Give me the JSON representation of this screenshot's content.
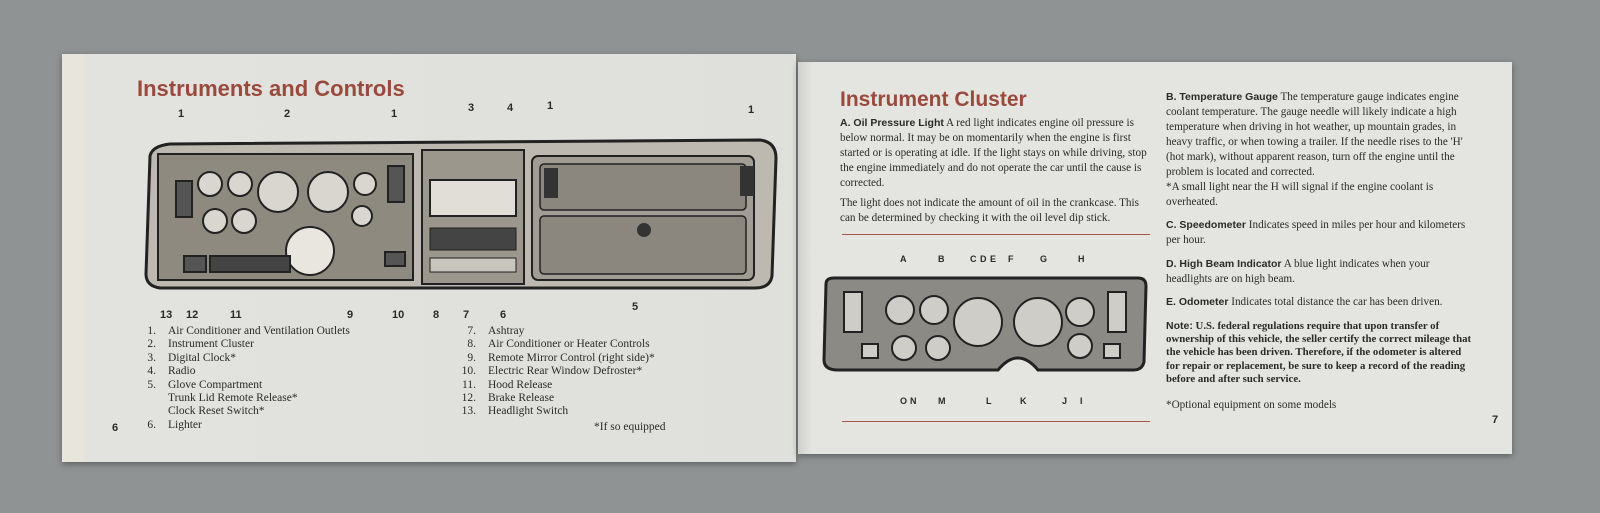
{
  "left_page": {
    "title": "Instruments and Controls",
    "page_number": "6",
    "callouts_top": [
      "1",
      "2",
      "1",
      "3",
      "4",
      "1",
      "1"
    ],
    "callouts_bottom": [
      "13",
      "12",
      "11",
      "9",
      "10",
      "8",
      "7",
      "6",
      "5"
    ],
    "legend_col1": [
      {
        "n": "1.",
        "text": "Air Conditioner and Ventilation Outlets"
      },
      {
        "n": "2.",
        "text": "Instrument Cluster"
      },
      {
        "n": "3.",
        "text": "Digital Clock*"
      },
      {
        "n": "4.",
        "text": "Radio"
      },
      {
        "n": "5.",
        "text": "Glove Compartment"
      },
      {
        "n": "",
        "text": "Trunk Lid Remote Release*"
      },
      {
        "n": "",
        "text": "Clock Reset Switch*"
      },
      {
        "n": "6.",
        "text": "Lighter"
      }
    ],
    "legend_col2": [
      {
        "n": "7.",
        "text": "Ashtray"
      },
      {
        "n": "8.",
        "text": "Air Conditioner or Heater Controls"
      },
      {
        "n": "9.",
        "text": "Remote Mirror Control (right side)*"
      },
      {
        "n": "10.",
        "text": "Electric Rear Window Defroster*"
      },
      {
        "n": "11.",
        "text": "Hood Release"
      },
      {
        "n": "12.",
        "text": "Brake Release"
      },
      {
        "n": "13.",
        "text": "Headlight Switch"
      }
    ],
    "footnote": "*If so equipped"
  },
  "right_page": {
    "title": "Instrument Cluster",
    "page_number": "7",
    "oil_lead": "A. Oil Pressure Light",
    "oil_text": "A red light indicates engine oil pressure is below normal. It may be on momentarily when the engine is first started or is operating at idle. If the light stays on while driving, stop the engine immediately and do not operate the car until the cause is corrected.",
    "oil_text2": "The light does not indicate the amount of oil in the crankcase. This can be determined by checking it with the oil level dip stick.",
    "temp_lead": "B. Temperature Gauge",
    "temp_text": "The temperature gauge indicates engine coolant temperature. The gauge needle will likely indicate a high temperature when driving in hot weather, up mountain grades, in heavy traffic, or when towing a trailer. If the needle rises to the 'H' (hot mark), without apparent reason, turn off the engine until the problem is located and corrected.",
    "temp_note": "*A small light near the H will signal if the engine coolant is overheated.",
    "speed_lead": "C. Speedometer",
    "speed_text": "Indicates speed in miles per hour and kilometers per hour.",
    "beam_lead": "D. High Beam Indicator",
    "beam_text": "A blue light indicates when your headlights are on high beam.",
    "odo_lead": "E. Odometer",
    "odo_text": "Indicates total distance the car has been driven.",
    "note_lead": "Note:",
    "note_text": "U.S. federal regulations require that upon transfer of ownership of this vehicle, the seller certify the correct mileage that the vehicle has been driven. Therefore, if the odometer is altered for repair or replacement, be sure to keep a record of the reading before and after such service.",
    "optional": "*Optional equipment on some models",
    "callouts_top": [
      "A",
      "B",
      "C",
      "D",
      "E",
      "F",
      "G",
      "H"
    ],
    "callouts_bottom": [
      "O",
      "N",
      "M",
      "L",
      "K",
      "J",
      "I"
    ]
  },
  "colors": {
    "heading": "#9a4a3c",
    "rule": "#a8564a",
    "background": "#8f9394",
    "paper": "#e3e3df"
  }
}
